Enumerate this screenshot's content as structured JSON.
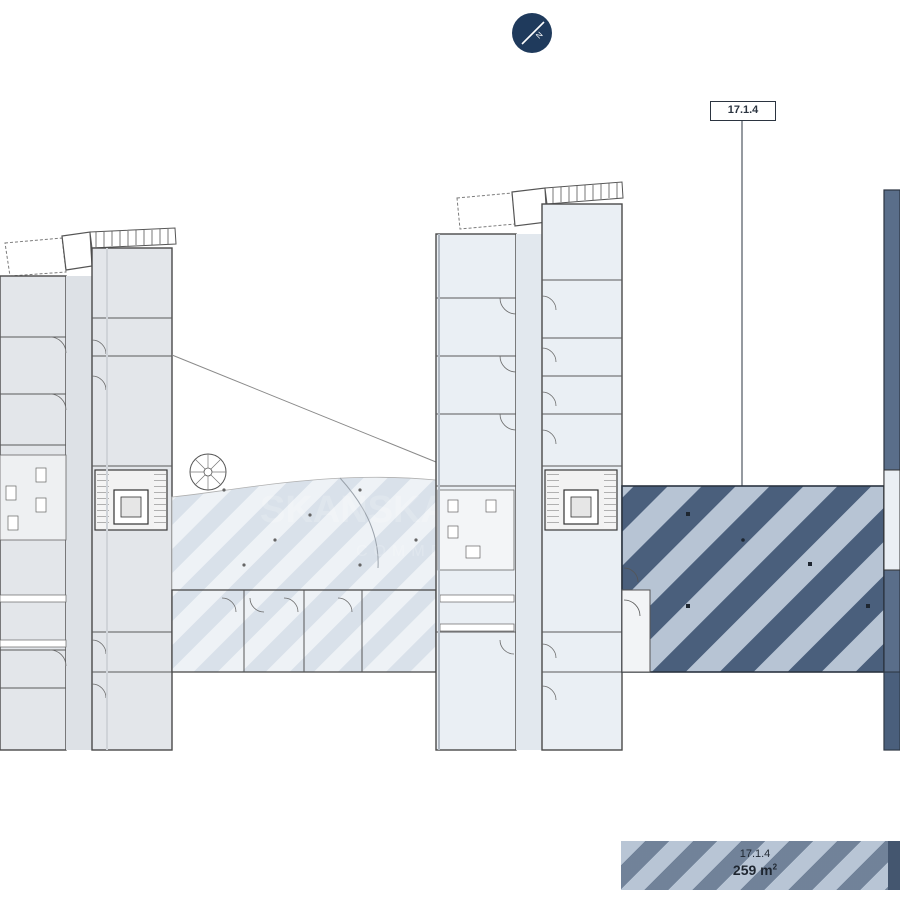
{
  "compass": {
    "icon": "compass-north-icon",
    "glyph": "N",
    "color": "#1f3a5c"
  },
  "selected_unit": {
    "code": "17.1.4"
  },
  "legend": {
    "code": "17.1.4",
    "area_value": "259",
    "area_unit": "m",
    "area_sup": "2"
  },
  "watermark": {
    "text": "SKANSKA",
    "subtext": "COMMERCIAL"
  },
  "colors": {
    "selected_fill": "#3d5270",
    "selected_stripe": "#b8c5d5",
    "grey_building": "#e3e6ea",
    "light_building": "#eaeff4",
    "stripe_area": "#dfe6ee"
  }
}
